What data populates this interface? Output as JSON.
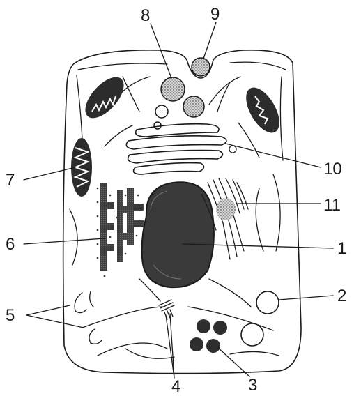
{
  "labels": {
    "l1": "1",
    "l2": "2",
    "l3": "3",
    "l4": "4",
    "l5": "5",
    "l6": "6",
    "l7": "7",
    "l8": "8",
    "l9": "9",
    "l10": "10",
    "l11": "11"
  },
  "colors": {
    "ink": "#1a1a1a",
    "nucleus": "#3a3a3a",
    "stipple": "#8a8a8a",
    "background": "#ffffff"
  }
}
